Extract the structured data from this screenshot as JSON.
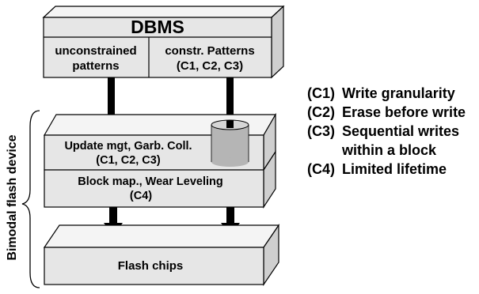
{
  "dbms": {
    "title": "DBMS",
    "left_cell": [
      "unconstrained",
      "patterns"
    ],
    "right_cell": [
      "constr. Patterns",
      "(C1, C2, C3)"
    ]
  },
  "device": {
    "side_label": "Bimodal flash device",
    "update_layer": [
      "Update mgt, Garb. Coll.",
      "(C1, C2, C3)"
    ],
    "block_layer": [
      "Block map., Wear Leveling",
      "(C4)"
    ],
    "flash_chips": "Flash chips"
  },
  "legend": [
    {
      "code": "(C1)",
      "text": "Write granularity"
    },
    {
      "code": "(C2)",
      "text": "Erase before write"
    },
    {
      "code": "(C3)",
      "text": "Sequential writes",
      "continuation": "within a block"
    },
    {
      "code": "(C4)",
      "text": "Limited lifetime"
    }
  ],
  "colors": {
    "box_front": "#e6e6e6",
    "box_top": "#f4f4f4",
    "box_side": "#cfcfcf",
    "cylinder": "#b5b5b5",
    "arrow": "#000000"
  }
}
